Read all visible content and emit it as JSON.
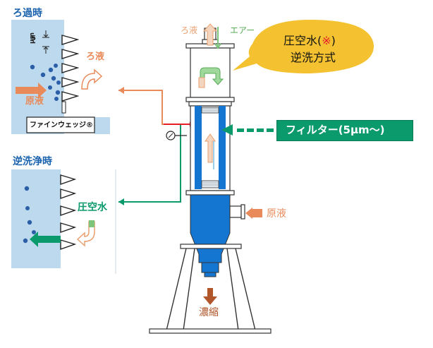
{
  "filtration_panel": {
    "title": "ろ過時",
    "micron_label": "5",
    "micron_unit": "μm",
    "filtrate_label": "ろ液",
    "raw_label": "原液",
    "wedge_label": "ファインウェッジ®"
  },
  "backwash_panel": {
    "title": "逆洗浄時",
    "air_water_label": "圧空水"
  },
  "apparatus": {
    "filtrate_top_label": "ろ液",
    "air_top_label": "エアー",
    "raw_side_label": "原液",
    "concentrate_label": "濃縮"
  },
  "callout": {
    "line1_prefix": "圧空水(",
    "line1_mark": "※",
    "line1_suffix": ")",
    "line2": "逆洗方式"
  },
  "filter_box": {
    "label": "フィルター(5μm〜)"
  },
  "colors": {
    "panel_bg": "#bcd9ee",
    "dark_blue": "#1b63ae",
    "vessel_blue": "#1576d1",
    "orange": "#e98a5a",
    "green": "#0a9a6c",
    "red": "#e61e2a",
    "callout_yellow": "#f4c230"
  }
}
